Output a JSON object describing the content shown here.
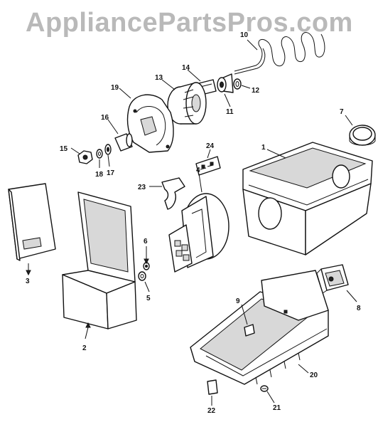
{
  "watermark": "AppliancePartsPros.com",
  "callouts": {
    "c1": "1",
    "c2": "2",
    "c3": "3",
    "c4": "4",
    "c5": "5",
    "c6": "6",
    "c7": "7",
    "c8": "8",
    "c9": "9",
    "c10": "10",
    "c11": "11",
    "c12": "12",
    "c13": "13",
    "c14": "14",
    "c15": "15",
    "c16": "16",
    "c17": "17",
    "c18": "18",
    "c19": "19",
    "c20": "20",
    "c21": "21",
    "c22": "22",
    "c23": "23",
    "c24": "24"
  }
}
